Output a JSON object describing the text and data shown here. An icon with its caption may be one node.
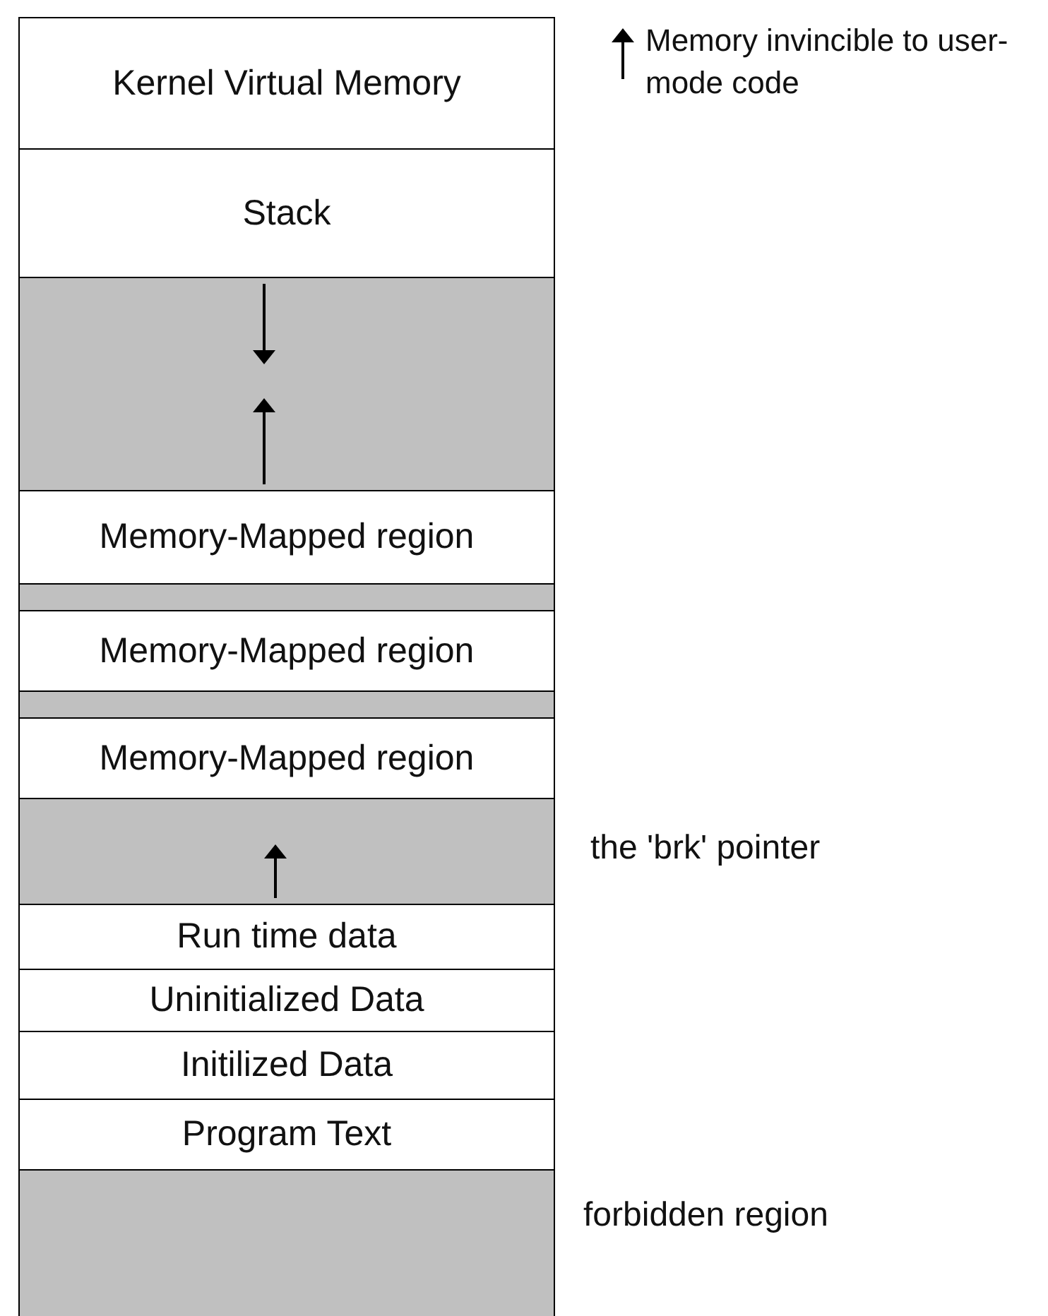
{
  "diagram": {
    "nodes": [
      {
        "text": [
          "Kernel Virtual Memory"
        ]
      },
      {
        "text": [
          "Stack"
        ]
      },
      {
        "text": [],
        "shape": "box"
      },
      {
        "text": [
          "Memory-Mapped region"
        ]
      },
      {
        "text": [],
        "shape": "box"
      },
      {
        "text": [
          "Memory-Mapped region"
        ]
      },
      {
        "text": [],
        "shape": "box"
      },
      {
        "text": [
          "Memory-Mapped region"
        ]
      },
      {
        "text": [],
        "shape": "box"
      },
      {
        "text": [
          "Run time data"
        ]
      },
      {
        "text": [
          "Uninitialized Data"
        ]
      },
      {
        "text": [
          "Initilized Data"
        ]
      },
      {
        "text": [
          "Program Text"
        ]
      },
      {
        "text": [],
        "shape": "box"
      }
    ],
    "edges": [],
    "labels": [
      "Memory invincible to user-mode code",
      "the 'brk' pointer",
      "forbidden region"
    ]
  }
}
